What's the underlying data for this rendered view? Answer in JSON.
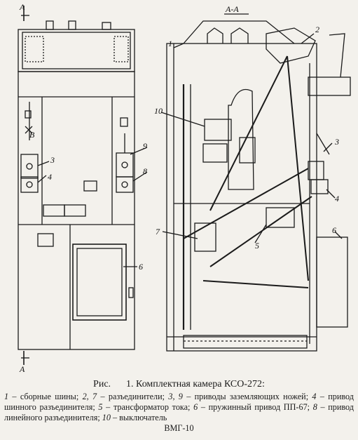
{
  "figure": {
    "section_mark": "А",
    "section_title": "А-А",
    "callouts": [
      "1",
      "2",
      "3",
      "4",
      "5",
      "6",
      "7",
      "8",
      "9",
      "10",
      "3",
      "4",
      "6"
    ]
  },
  "caption": {
    "prefix": "Рис.",
    "title": "1. Комплектная камера КСО-272:",
    "legend": [
      {
        "num": "1",
        "text": " – сборные шины; "
      },
      {
        "num": "2, 7",
        "text": " – разъединители; "
      },
      {
        "num": "3, 9",
        "text": " – приводы заземляющих ножей; "
      },
      {
        "num": "4",
        "text": " – привод шинного разъединителя; "
      },
      {
        "num": "5",
        "text": " – трансформатор тока; "
      },
      {
        "num": "6",
        "text": " – пружинный привод ПП-67; "
      },
      {
        "num": "8",
        "text": " – привод линейного разъединителя; "
      },
      {
        "num": "10",
        "text": " – выключатель"
      }
    ],
    "tail": "ВМГ-10"
  }
}
